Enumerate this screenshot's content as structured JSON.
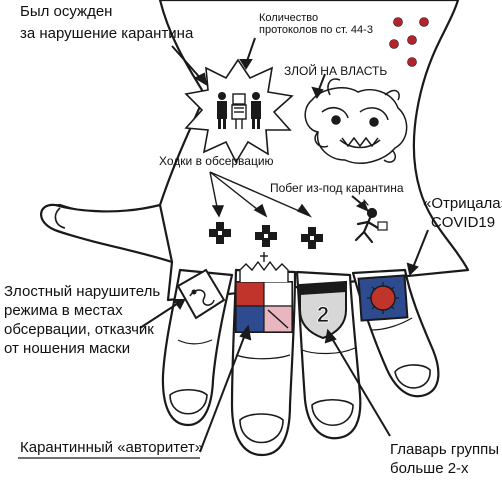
{
  "labels": {
    "convicted_line1": "Был осужден",
    "convicted_line2": "за нарушение карантина",
    "protocols_line1": "Количество",
    "protocols_line2": "протоколов по ст. 44-3",
    "anger": "ЗЛОЙ НА ВЛАСТЬ",
    "walks": "Ходки в обсервацию",
    "escape": "Побег из-под карантина",
    "denier_line1": "«Отрицала»",
    "denier_line2": "COVID19",
    "violator_line1": "Злостный нарушитель",
    "violator_line2": "режима в местах",
    "violator_line3": "обсервации, отказчик",
    "violator_line4": "от ношения маски",
    "authority": "Карантинный «авторитет»",
    "leader_line1": "Главарь группы",
    "leader_line2": "больше 2-х",
    "ring_number": "2"
  },
  "colors": {
    "ink": "#1a1a1a",
    "ring_red": "#c0342b",
    "ring_blue": "#2e4b8f",
    "ring_pink": "#e9b6c0",
    "dots_red": "#b3232b"
  }
}
